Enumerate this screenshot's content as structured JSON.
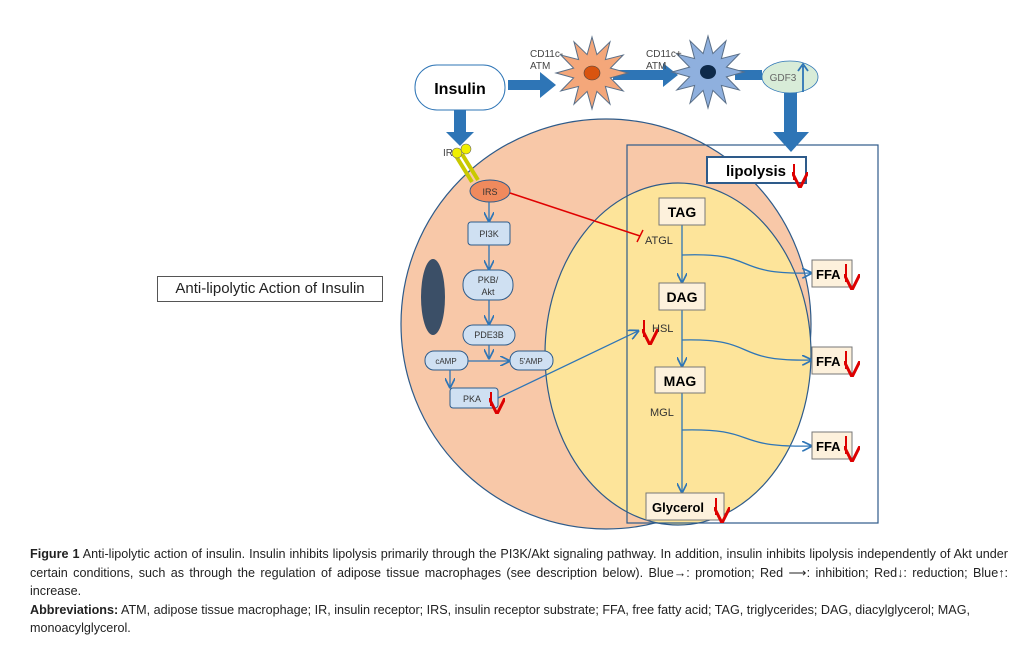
{
  "figure": {
    "title_box": "Anti-lipolytic Action of Insulin",
    "nodes": {
      "insulin": "Insulin",
      "cd11c_minus": [
        "CD11c-",
        "ATM"
      ],
      "cd11c_plus": [
        "CD11c+",
        "ATM"
      ],
      "gdf3": "GDF3",
      "ir": "IR",
      "irs": "IRS",
      "pi3k": "PI3K",
      "pkb": [
        "PKB/",
        "Akt"
      ],
      "pde3b": "PDE3B",
      "camp": "cAMP",
      "amp5": "5'AMP",
      "pka": "PKA",
      "lipolysis": "lipolysis",
      "tag": "TAG",
      "dag": "DAG",
      "mag": "MAG",
      "glycerol": "Glycerol",
      "atgl": "ATGL",
      "hsl": "HSL",
      "mgl": "MGL",
      "ffa": "FFA"
    },
    "colors": {
      "promotion": "#2e75b6",
      "inhibition": "#e00000",
      "cell": "#f8c8a8",
      "lipid_droplet": "#fde49a"
    }
  },
  "caption": {
    "label": "Figure 1",
    "text": "Anti-lipolytic action of insulin. Insulin inhibits lipolysis primarily through the PI3K/Akt signaling pathway. In addition, insulin inhibits lipolysis independently of Akt under certain conditions, such as through the regulation of adipose tissue macrophages (see description below). Blue→: promotion; Red ⟶: inhibition; Red↓: reduction; Blue↑: increase.",
    "abbr_label": "Abbreviations:",
    "abbr_text": "ATM, adipose tissue macrophage; IR, insulin receptor; IRS, insulin receptor substrate; FFA, free fatty acid; TAG, triglycerides; DAG, diacylglycerol; MAG, monoacylglycerol."
  }
}
